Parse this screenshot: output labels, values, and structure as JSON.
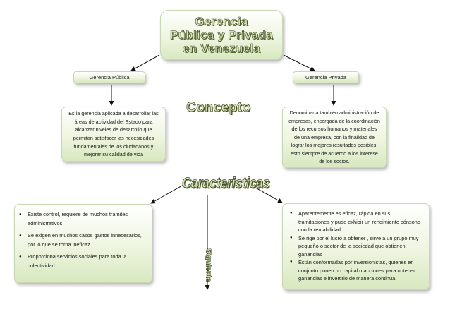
{
  "title": {
    "line1": "Gerencia",
    "line2": "Pública y Privada",
    "line3": "en Venezuela"
  },
  "publica": {
    "label": "Gerencia Pública",
    "description": "Es la gerencia aplicada a desarrollar las áreas de actividad del Estado para alcanzar niveles de desarrollo que permitan satisfacer las necesidades fundamentales de los ciudadanos y mejorar su calidad de vida",
    "features": [
      "Existe control, requiere de muchos trámites administrativos",
      "Se exigen en muchos casos gastos innecesarios, por lo que se torna ineficaz",
      "Proporciona servicios sociales para toda la colectividad"
    ]
  },
  "privada": {
    "label": "Gerencia Privada",
    "description": "Denominada también administración de empresas, encargada de la coordinación de los recursos humanos y materiales de una empresa, con la finalidad de lograr los mejores resultados posibles, esto siempre de acuerdo a los interese de los socios.",
    "features": [
      "Aparentemente es eficaz, rápida en sus tramitaciones y pude exhibir un rendimiento cónsono con la rentabilidad.",
      "Se rige por el lucro a obtener , sirve a un grupo muy pequeño o sector de la sociedad que obtienen ganancias",
      "Están conformadas por inversionistas, quienes en conjunto ponen un capital o acciones para obtener ganancias e invertirlo  de manera continua"
    ]
  },
  "headings": {
    "concepto": "Concepto",
    "caracteristicas": "Caracteristicas"
  },
  "nav": {
    "siguiente": "Siguiente"
  },
  "colors": {
    "box_fill": "#eef5e0",
    "heading_fill": "#d9e5b8",
    "heading_outline": "#3a4420"
  }
}
